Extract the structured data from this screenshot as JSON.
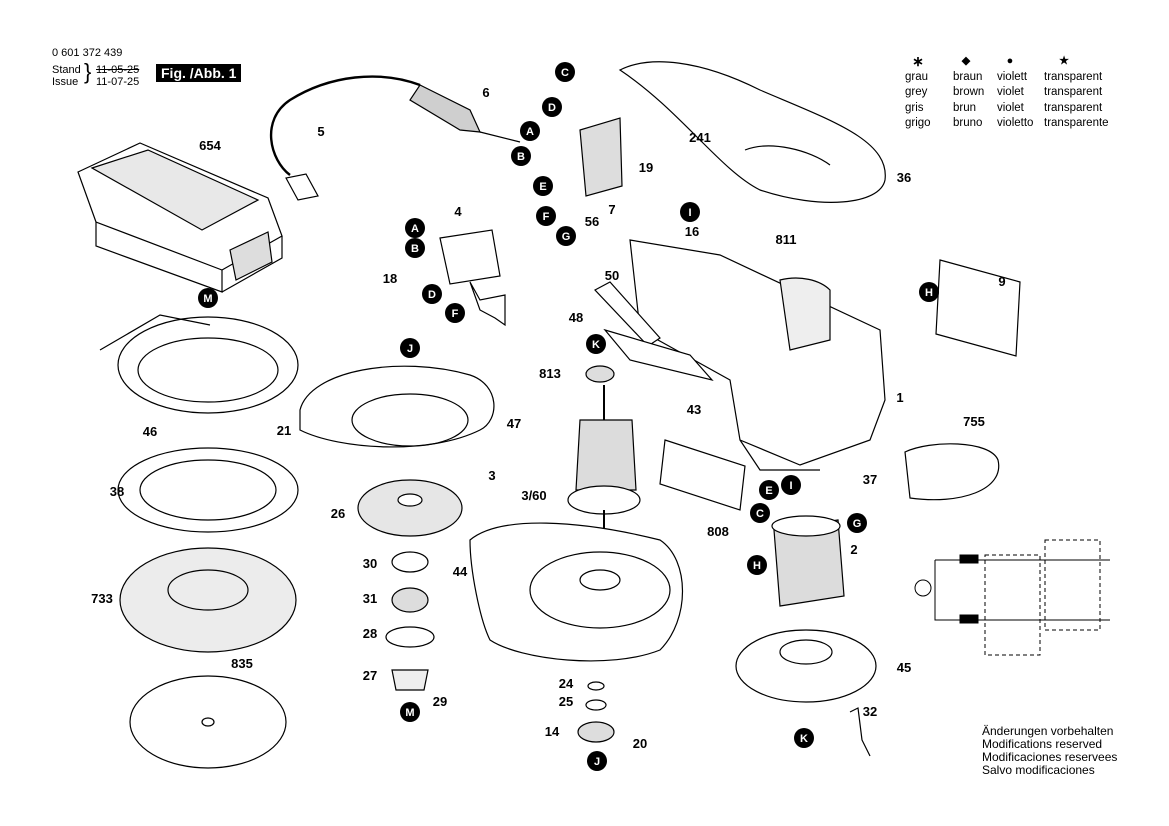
{
  "header": {
    "part_number": "0 601 372 439",
    "stand_label": "Stand",
    "issue_label": "Issue",
    "stand_date_old": "11-05-25",
    "issue_date": "11-07-25",
    "figure_label": "Fig. /Abb. 1"
  },
  "legend": {
    "columns": [
      {
        "symbol": "∗",
        "lines": [
          "grau",
          "grey",
          "gris",
          "grigo"
        ]
      },
      {
        "symbol": "◆",
        "lines": [
          "braun",
          "brown",
          "brun",
          "bruno"
        ]
      },
      {
        "symbol": "●",
        "lines": [
          "violett",
          "violet",
          "violet",
          "violetto"
        ]
      },
      {
        "symbol": "★",
        "lines": [
          "transparent",
          "transparent",
          "transparent",
          "transparente"
        ]
      }
    ]
  },
  "notes": [
    "Änderungen vorbehalten",
    "Modifications reserved",
    "Modificaciones reservees",
    "Salvo modificaciones"
  ],
  "part_labels": [
    "654",
    "5",
    "6",
    "4",
    "18",
    "M",
    "46",
    "21",
    "38",
    "733",
    "835",
    "J",
    "47",
    "26",
    "30",
    "31",
    "28",
    "27",
    "29",
    "3",
    "3/60",
    "44",
    "24",
    "25",
    "14",
    "20",
    "K",
    "813",
    "48",
    "50",
    "43",
    "56",
    "19",
    "7",
    "241",
    "16",
    "811",
    "36",
    "9",
    "1",
    "755",
    "37",
    "808",
    "2",
    "45",
    "32"
  ],
  "marker_letters": [
    "A",
    "B",
    "C",
    "D",
    "E",
    "F",
    "G",
    "H",
    "I",
    "J",
    "K",
    "M"
  ]
}
